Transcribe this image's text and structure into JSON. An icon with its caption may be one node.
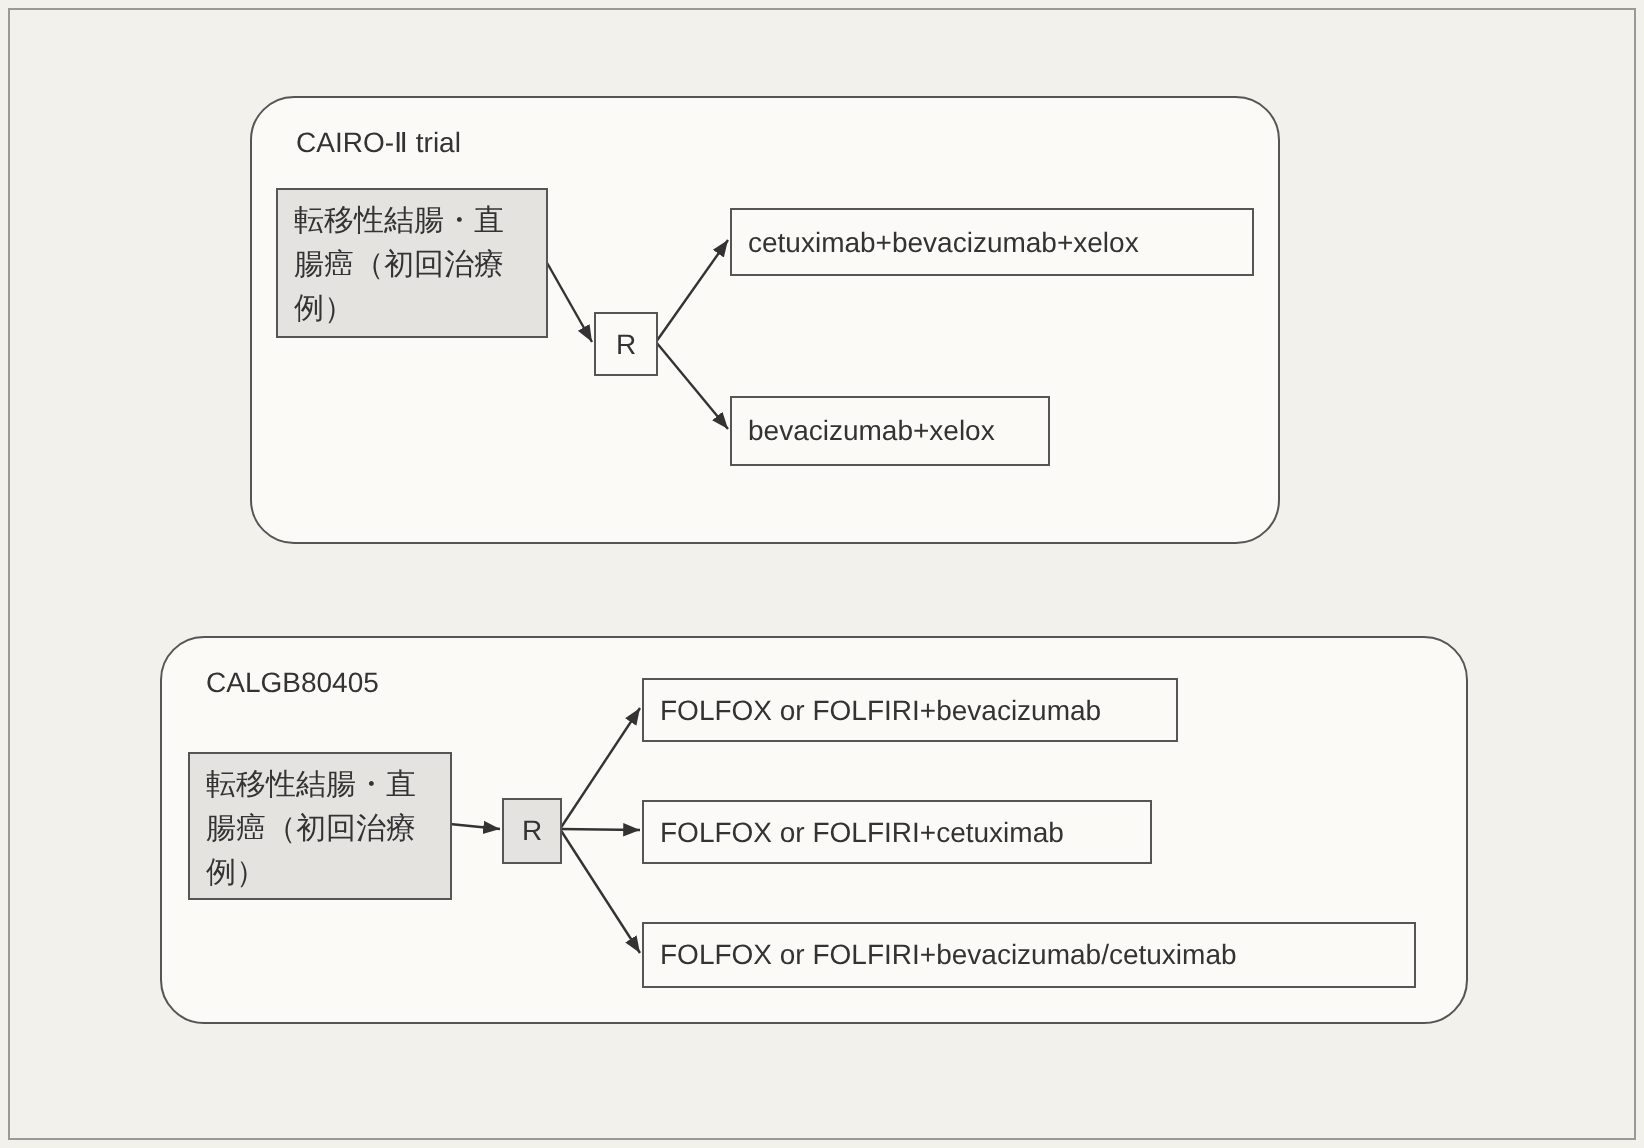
{
  "diagram": {
    "nodes": [
      {
        "text": [
          "CAIRO-Ⅱ trial"
        ]
      },
      {
        "text": [
          "転移性結腸・直腸癌（初回治療例）"
        ],
        "in": 0
      },
      {
        "text": [
          "R"
        ],
        "in": 0
      },
      {
        "text": [
          "cetuximab+bevacizumab+xelox"
        ],
        "in": 0
      },
      {
        "text": [
          "bevacizumab+xelox"
        ],
        "in": 0
      },
      {
        "text": [
          "CALGB80405"
        ]
      },
      {
        "text": [
          "転移性結腸・直腸癌（初回治療例）"
        ],
        "in": 5
      },
      {
        "text": [
          "R"
        ],
        "in": 5
      },
      {
        "text": [
          "FOLFOX or FOLFIRI+bevacizumab"
        ],
        "in": 5
      },
      {
        "text": [
          "FOLFOX or FOLFIRI+cetuximab"
        ],
        "in": 5
      },
      {
        "text": [
          "FOLFOX or FOLFIRI+bevacizumab/cetuximab"
        ],
        "in": 5
      }
    ],
    "edges": [
      {
        "from": 1,
        "to": 2,
        "arrow": "to"
      },
      {
        "from": 2,
        "to": 3,
        "arrow": "to"
      },
      {
        "from": 2,
        "to": 4,
        "arrow": "to"
      },
      {
        "from": 6,
        "to": 7,
        "arrow": "to"
      },
      {
        "from": 7,
        "to": 8,
        "arrow": "to"
      },
      {
        "from": 7,
        "to": 9,
        "arrow": "to"
      },
      {
        "from": 7,
        "to": 10,
        "arrow": "to"
      }
    ]
  }
}
